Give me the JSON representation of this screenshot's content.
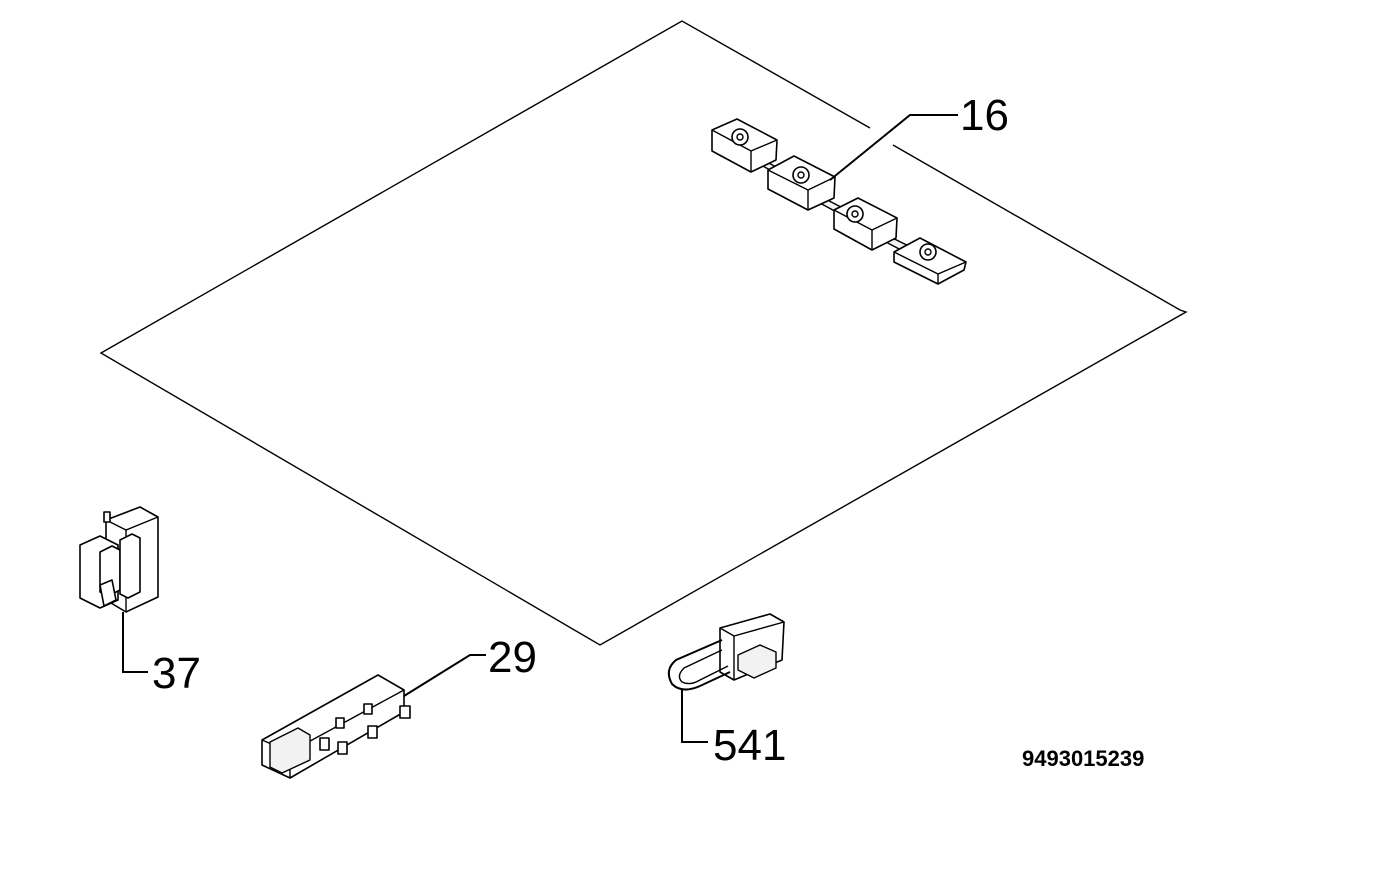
{
  "parts": [
    {
      "id": "part-16",
      "number": "16",
      "icon": "rail-with-clips"
    },
    {
      "id": "part-37",
      "number": "37",
      "icon": "microswitch-bracket"
    },
    {
      "id": "part-29",
      "number": "29",
      "icon": "ignition-generator"
    },
    {
      "id": "part-541",
      "number": "541",
      "icon": "wire-clip-connector"
    }
  ],
  "drawing_code": "9493015239",
  "colors": {
    "line": "#000000",
    "background": "#ffffff"
  }
}
